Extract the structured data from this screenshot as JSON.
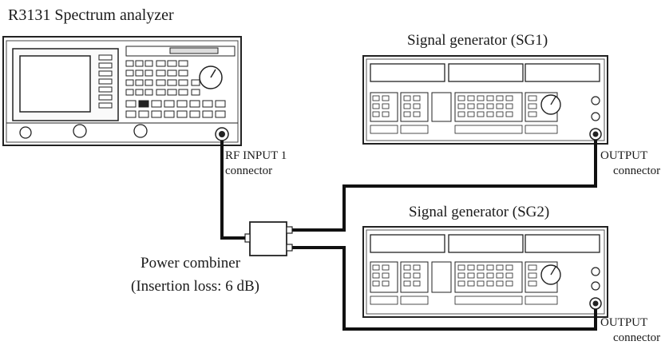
{
  "analyzer": {
    "title": "R3131 Spectrum analyzer",
    "port_label": "RF INPUT 1",
    "port_sub": "connector"
  },
  "sg1": {
    "title": "Signal generator (SG1)",
    "port_label": "OUTPUT",
    "port_sub": "connector"
  },
  "sg2": {
    "title": "Signal generator (SG2)",
    "port_label": "OUTPUT",
    "port_sub": "connector"
  },
  "combiner": {
    "title": "Power combiner",
    "subtitle": "(Insertion loss: 6 dB)"
  }
}
